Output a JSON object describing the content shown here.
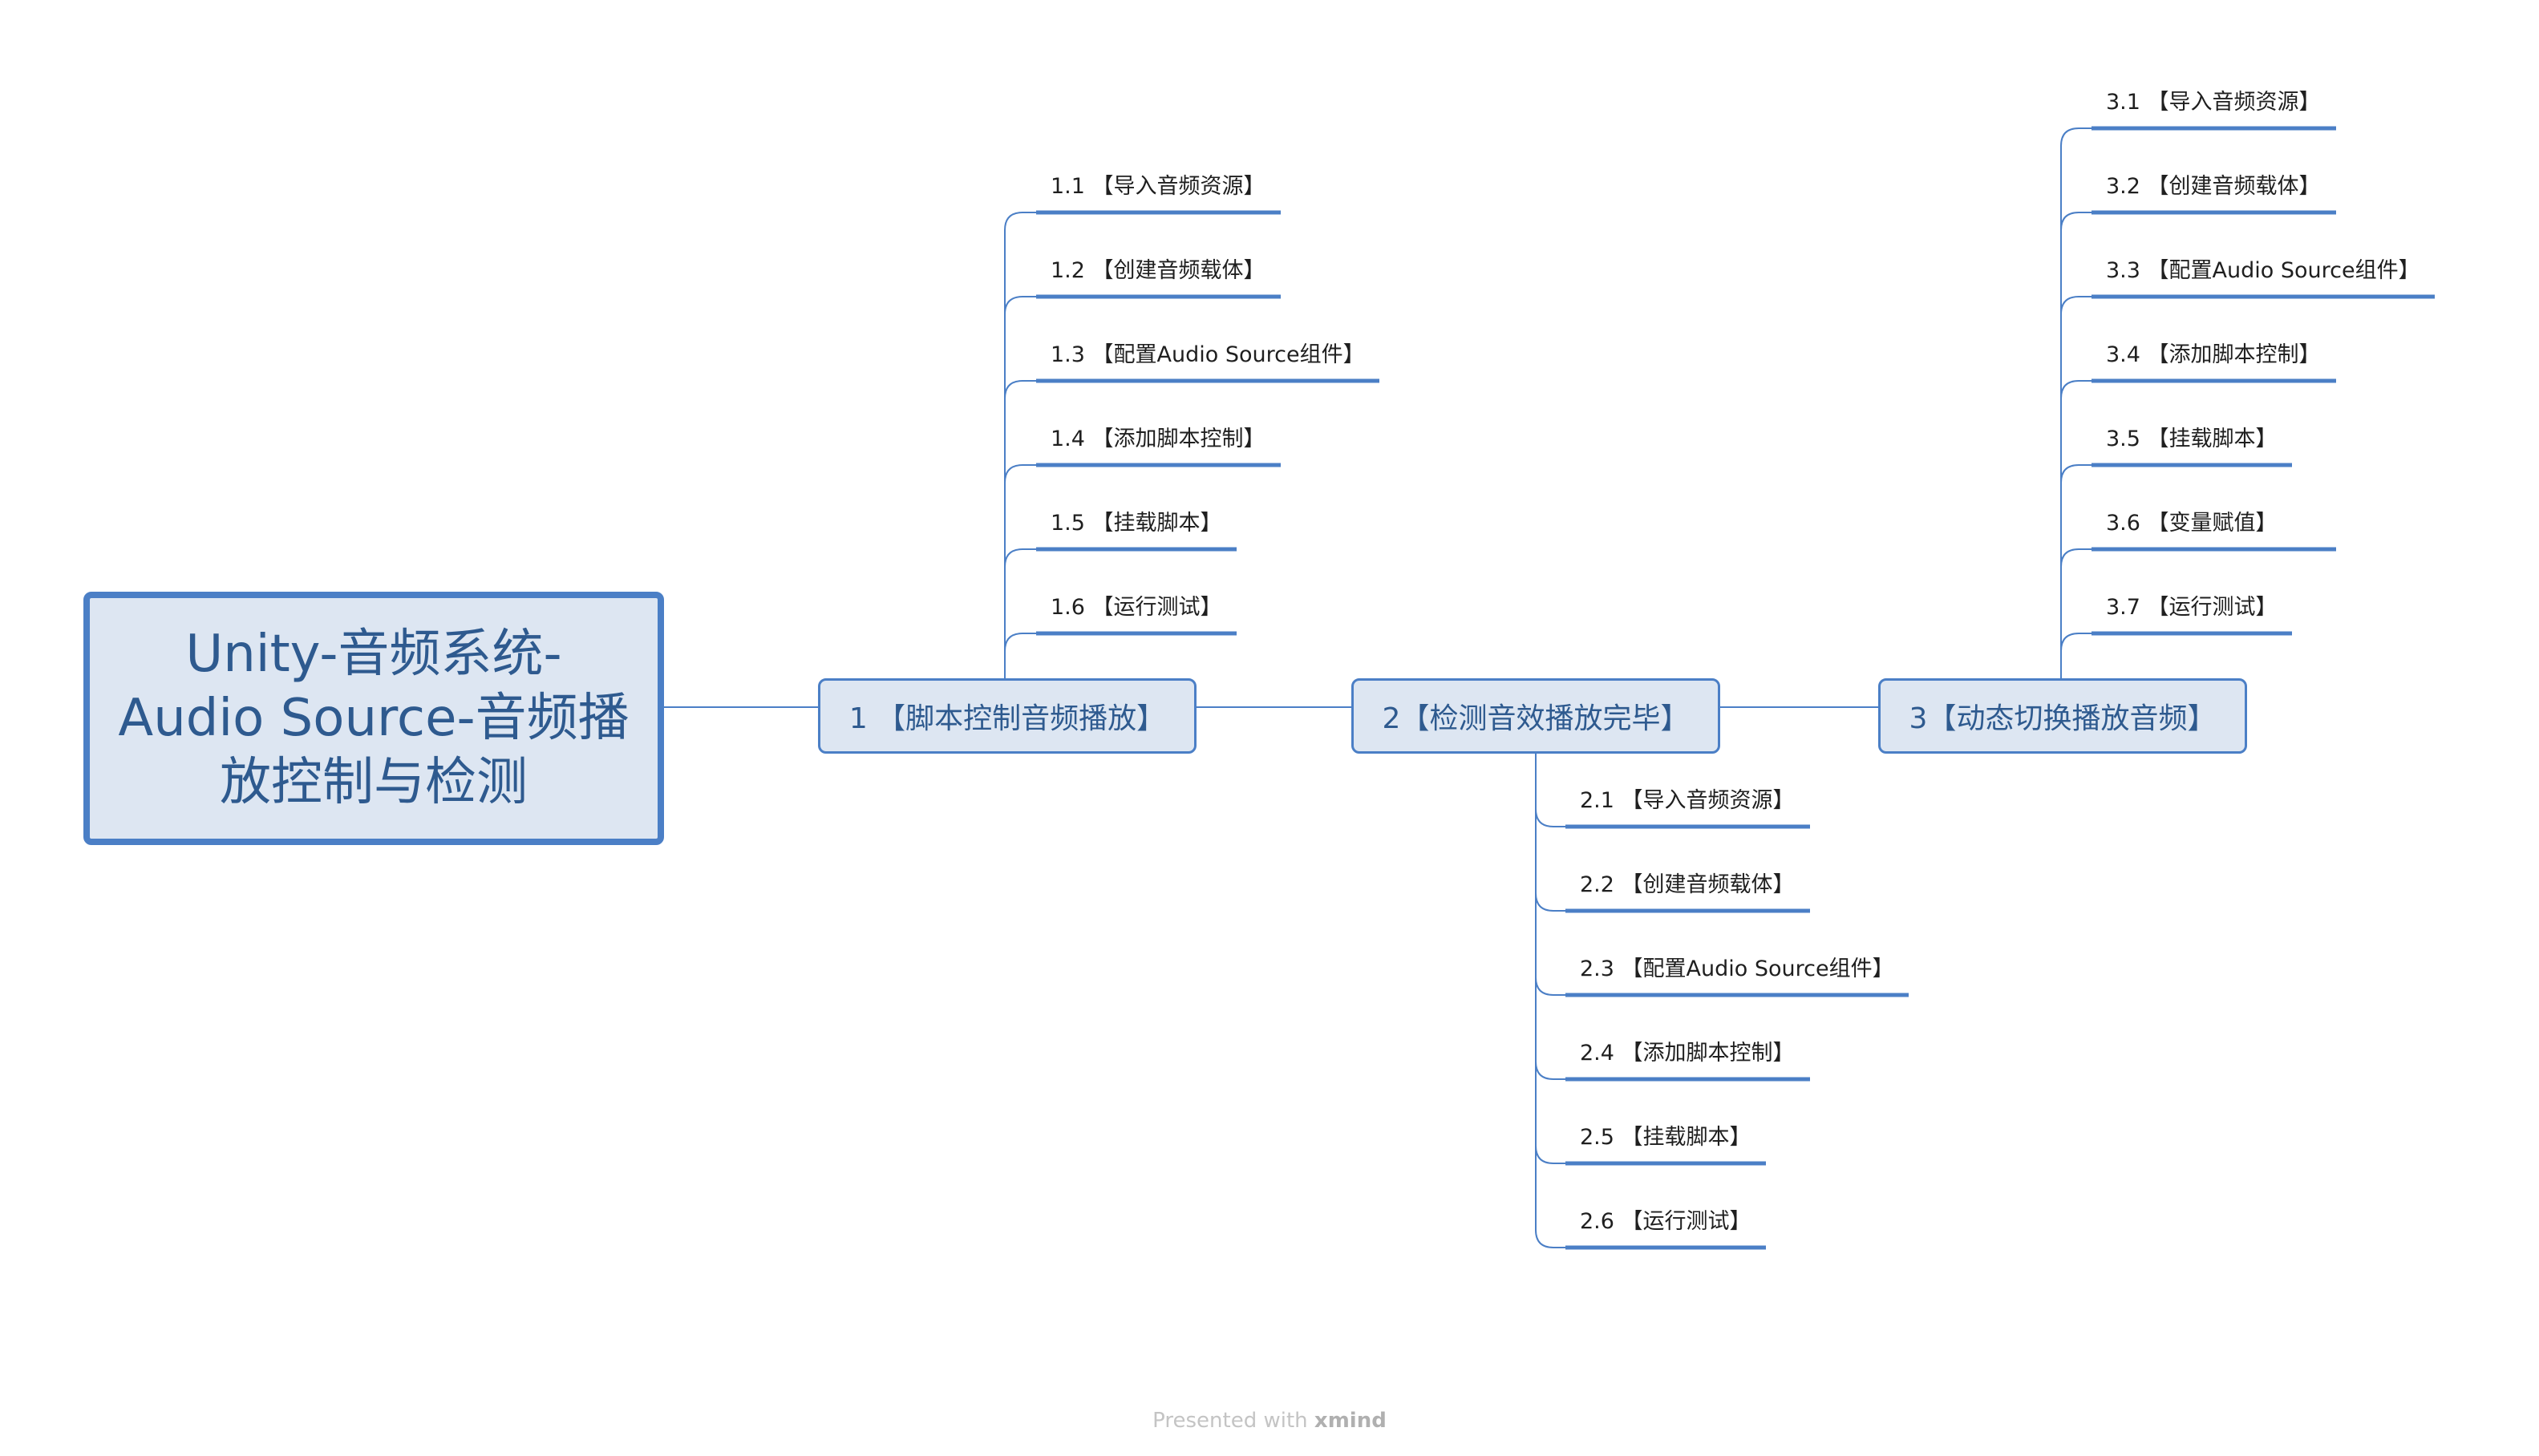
{
  "root": {
    "title": "Unity-音频系统-\nAudio Source-音频播\n放控制与检测"
  },
  "branches": [
    {
      "label": "1 【脚本控制音频播放】",
      "children": [
        "1.1 【导入音频资源】",
        "1.2 【创建音频载体】",
        "1.3 【配置Audio Source组件】",
        "1.4 【添加脚本控制】",
        "1.5 【挂载脚本】",
        "1.6 【运行测试】"
      ]
    },
    {
      "label": "2【检测音效播放完毕】",
      "children": [
        "2.1 【导入音频资源】",
        "2.2 【创建音频载体】",
        "2.3 【配置Audio Source组件】",
        "2.4 【添加脚本控制】",
        "2.5 【挂载脚本】",
        "2.6 【运行测试】"
      ]
    },
    {
      "label": "3【动态切换播放音频】",
      "children": [
        "3.1 【导入音频资源】",
        "3.2 【创建音频载体】",
        "3.3 【配置Audio Source组件】",
        "3.4 【添加脚本控制】",
        "3.5 【挂载脚本】",
        "3.6 【变量赋值】",
        "3.7 【运行测试】"
      ]
    }
  ],
  "footer": {
    "prefix": "Presented with ",
    "brand": "xmind"
  },
  "colors": {
    "line": "#4b7fc6",
    "node_fill": "#dde6f2",
    "text": "#2e5a8f"
  }
}
